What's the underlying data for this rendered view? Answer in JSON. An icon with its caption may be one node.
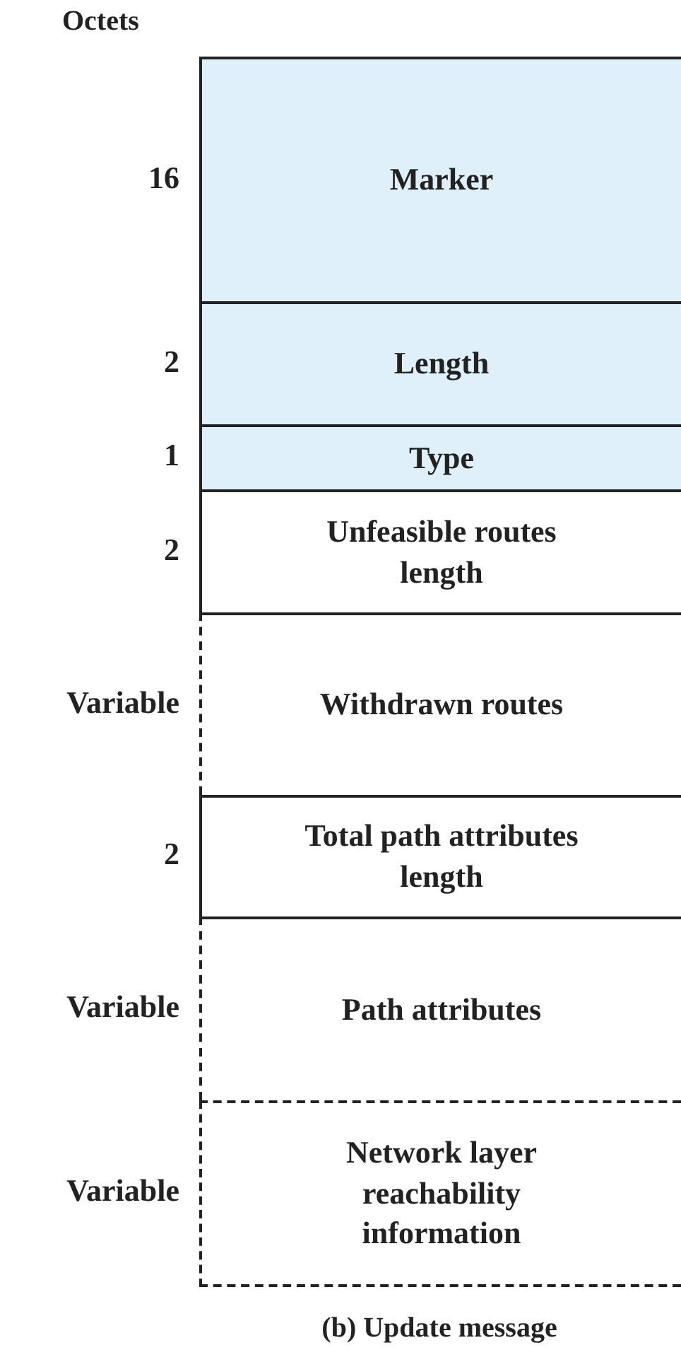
{
  "diagram": {
    "caption": "(b) Update message",
    "nodes": [
      {
        "text": [
          "Marker"
        ],
        "beside": [
          "16"
        ]
      },
      {
        "text": [
          "Length"
        ],
        "beside": [
          "2"
        ]
      },
      {
        "text": [
          "Type"
        ],
        "beside": [
          "1"
        ]
      },
      {
        "text": [
          "Unfeasible routes length"
        ],
        "beside": [
          "2"
        ]
      },
      {
        "text": [
          "Withdrawn routes"
        ],
        "beside": [
          "Variable"
        ]
      },
      {
        "text": [
          "Total path attributes length"
        ],
        "beside": [
          "2"
        ]
      },
      {
        "text": [
          "Path attributes"
        ],
        "beside": [
          "Variable"
        ]
      },
      {
        "text": [
          "Network layer reachability information"
        ],
        "beside": [
          "Variable"
        ]
      }
    ],
    "labels": [
      "Octets"
    ]
  }
}
